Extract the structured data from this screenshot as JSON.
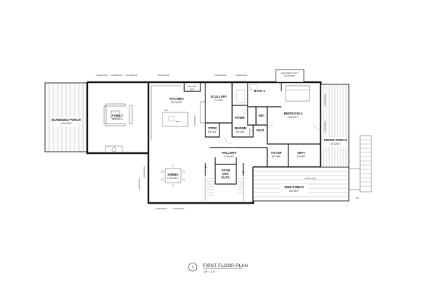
{
  "rooms": {
    "screened_porch": {
      "name": "SCREENED PORCH",
      "dims": "12'0\"x20'0\""
    },
    "family": {
      "name": "FAMILY",
      "dims": "15'6\"x18'1\""
    },
    "kitchen": {
      "name": "KITCHEN",
      "dims": "16'1\"x19'0\""
    },
    "scullery": {
      "name": "SCULLERY",
      "dims": "7'4\"x5'5\""
    },
    "bath4": {
      "name": "BATH 4"
    },
    "bedroom4": {
      "name": "BEDROOM 4",
      "dims": "12'6\"x14'1\""
    },
    "powr": {
      "name": "POWR"
    },
    "mudrm": {
      "name": "MUDRM",
      "dims": "5'8\"x5'3\""
    },
    "stor": {
      "name": "STOR",
      "dims": "3'8\"x5'3\""
    },
    "wic": {
      "name": "WIC"
    },
    "vest": {
      "name": "VEST"
    },
    "hallway": {
      "name": "HALLWAY",
      "dims": "14'6\"x5'0\""
    },
    "foyer": {
      "name": "FOYER",
      "dims": "8'4\"x8'8\""
    },
    "wfh": {
      "name": "WFH",
      "dims": "8'4\"x8'8\""
    },
    "front_porch": {
      "name": "FRONT PORCH",
      "dims": "8'0\"x26'0\""
    },
    "side_porch": {
      "name": "SIDE PORCH",
      "dims": "18'6\"x8'0\""
    },
    "dining": {
      "name": "DINING",
      "dims": "12'3\"x15'1\""
    },
    "stor_elev": {
      "line1": "STOR",
      "line2": "OPT.",
      "line3": "ELEV."
    },
    "elevated_platform": {
      "line1": "ELEVATED UTILITY",
      "line2": "PLATFORM"
    }
  },
  "notes": {
    "operable": "OPERABLE",
    "wet_bar": "WET BAR",
    "bar_label": "BAR",
    "kitchen_dw": "DW",
    "kitchen_fridge": "36\" FRIDGE",
    "kitchen_rng": "RNG",
    "bench": "BENCH",
    "dn": "DN",
    "up": "UP"
  },
  "title_block": {
    "number": "1",
    "title": "FIRST FLOOR PLAN",
    "scale": "1/8\" = 1'-0\""
  }
}
